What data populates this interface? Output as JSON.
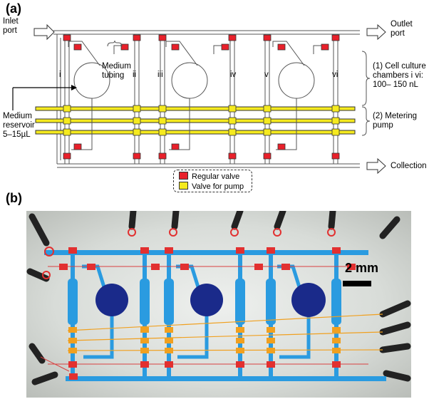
{
  "panel_a": {
    "label": "(a)",
    "inlet_label_1": "Inlet",
    "inlet_label_2": "port",
    "outlet_label_1": "Outlet",
    "outlet_label_2": "port",
    "medium_tubing_1": "Medium",
    "medium_tubing_2": "tubing",
    "reservoir_1": "Medium",
    "reservoir_2": "reservoir",
    "reservoir_3": "5–15µL",
    "cell_culture_1": "(1) Cell culture",
    "cell_culture_2": "chambers i vi:",
    "cell_culture_3": "100– 150 nL",
    "metering_1": "(2) Metering",
    "metering_2": "pump",
    "collection": "Collection",
    "chambers": [
      "i",
      "ii",
      "iii",
      "iv",
      "v",
      "vi"
    ],
    "legend": [
      {
        "label": "Regular valve",
        "color": "#e8202a"
      },
      {
        "label": "Valve for pump",
        "color": "#f5ea1e"
      }
    ]
  },
  "panel_b": {
    "label": "(b)",
    "scale_bar": "2 mm",
    "channel_color": "#2a9be0",
    "chamber_color": "#1a2a8a",
    "pump_valve_color": "#f0a020",
    "regular_valve_color": "#e23030"
  }
}
